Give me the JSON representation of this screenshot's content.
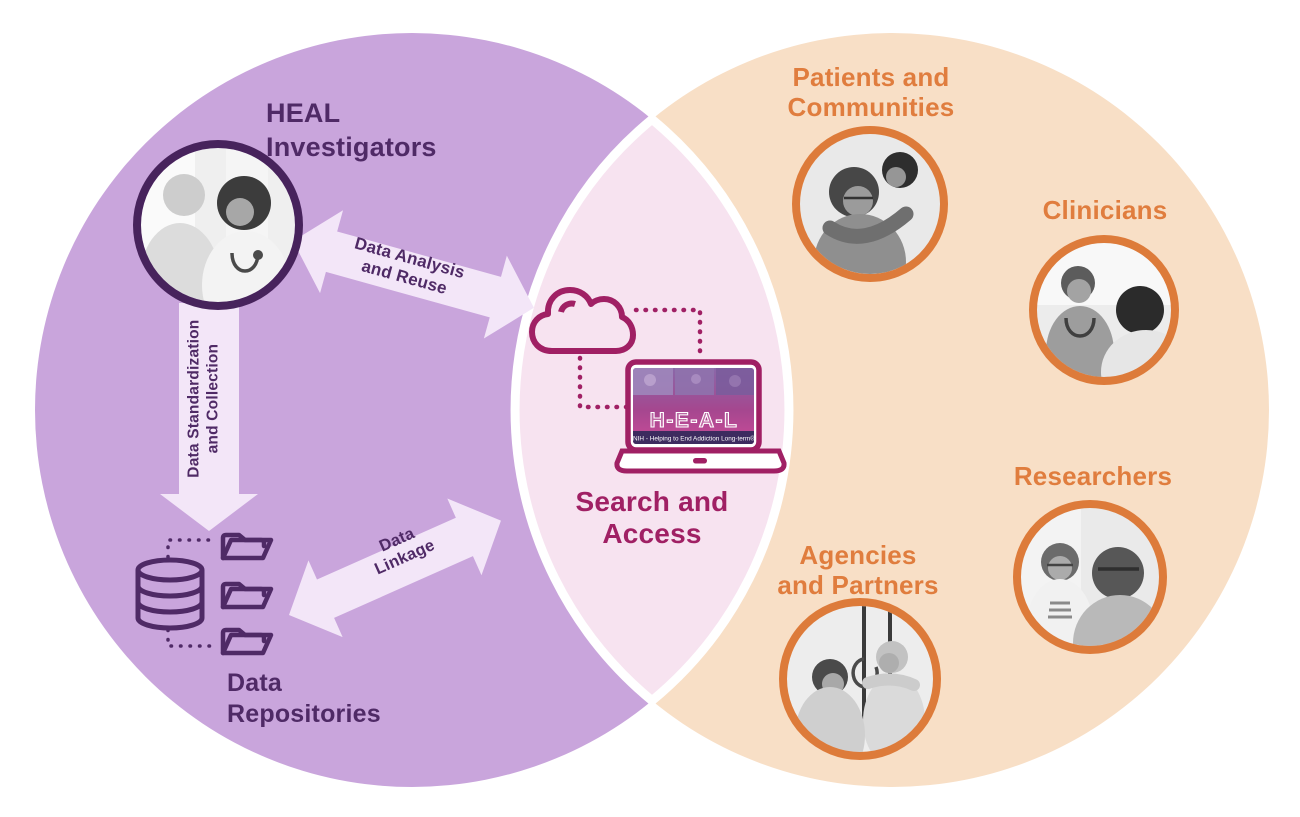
{
  "colors": {
    "left_circle": "#c9a5dc",
    "right_circle": "#f8dfc6",
    "overlap_lens": "#f7e3f0",
    "arrow_fill": "#f3e6f8",
    "dark_purple": "#4f2a66",
    "magenta": "#a02064",
    "orange": "#e07d3e",
    "photo_border_purple": "#47235c",
    "photo_border_orange": "#dd7b3a"
  },
  "left_circle": {
    "investigators_label": {
      "line1": "HEAL",
      "line2": "Investigators"
    },
    "repositories_label": {
      "line1": "Data",
      "line2": "Repositories"
    },
    "analysis_arrow": {
      "line1": "Data Analysis",
      "line2": "and Reuse"
    },
    "standardization_arrow": {
      "line1": "Data Standardization",
      "line2": "and Collection"
    },
    "linkage_arrow": {
      "line1": "Data",
      "line2": "Linkage"
    }
  },
  "center": {
    "search_access_label": {
      "line1": "Search and",
      "line2": "Access"
    },
    "laptop": {
      "logo": "H-E-A-L",
      "tagline": "NIH - Helping to End Addiction Long-term®"
    }
  },
  "right_circle": {
    "patients_label": {
      "line1": "Patients and",
      "line2": "Communities"
    },
    "clinicians_label": "Clinicians",
    "researchers_label": "Researchers",
    "agencies_label": {
      "line1": "Agencies",
      "line2": "and Partners"
    }
  }
}
